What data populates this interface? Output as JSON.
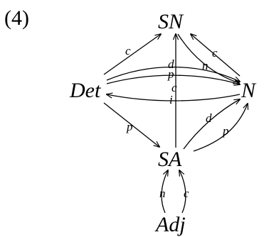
{
  "figure": {
    "number": "(4)"
  },
  "nodes": {
    "sn": "SN",
    "det": "Det",
    "n": "N",
    "sa": "SA",
    "adj": "Adj"
  },
  "edges": [
    {
      "id": "det-sn",
      "from": "Det",
      "to": "SN",
      "label": "c"
    },
    {
      "id": "det-n-d",
      "from": "Det",
      "to": "N",
      "label": "d"
    },
    {
      "id": "det-n-p",
      "from": "Det",
      "to": "N",
      "label": "p"
    },
    {
      "id": "n-det-i",
      "from": "N",
      "to": "Det",
      "label": "i"
    },
    {
      "id": "n-sn-c",
      "from": "N",
      "to": "SN",
      "label": "c"
    },
    {
      "id": "sn-n-n",
      "from": "SN",
      "to": "N",
      "label": "n"
    },
    {
      "id": "sa-sn",
      "from": "SA",
      "to": "SN",
      "label": "c"
    },
    {
      "id": "det-sa",
      "from": "Det",
      "to": "SA",
      "label": "p"
    },
    {
      "id": "sa-n-d",
      "from": "SA",
      "to": "N",
      "label": "d"
    },
    {
      "id": "sa-n-p",
      "from": "SA",
      "to": "N",
      "label": "p"
    },
    {
      "id": "adj-sa-n",
      "from": "Adj",
      "to": "SA",
      "label": "n"
    },
    {
      "id": "adj-sa-c",
      "from": "Adj",
      "to": "SA",
      "label": "c"
    }
  ]
}
